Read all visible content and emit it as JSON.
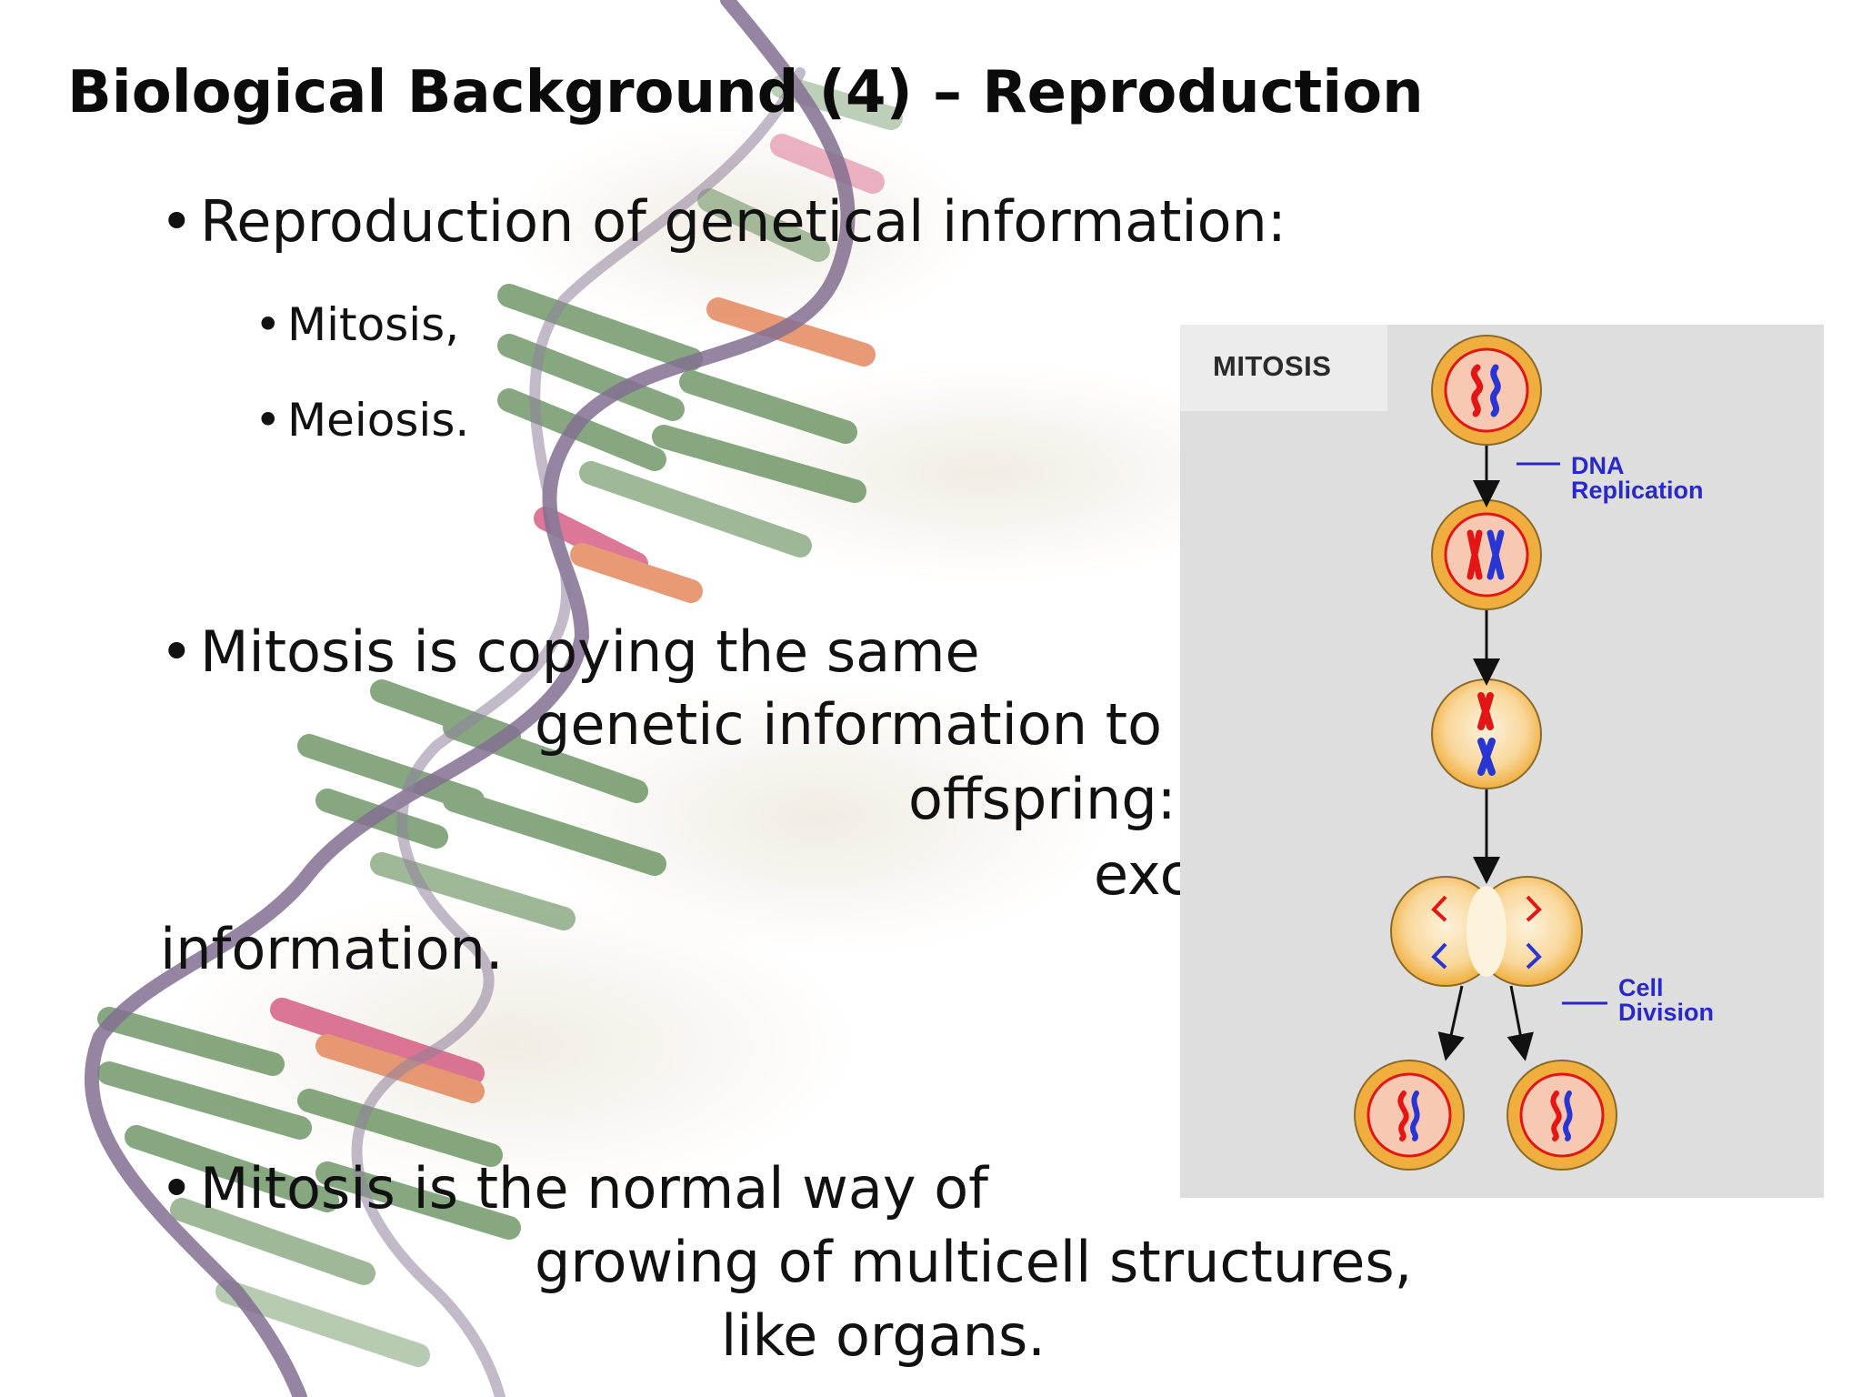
{
  "slide": {
    "title": "Biological Background (4) – Reproduction",
    "bullet_glyph": "•",
    "bullet1": "Reproduction of genetical information:",
    "sub1": "Mitosis,",
    "sub2": "Meiosis.",
    "bullet2_line1": "Mitosis is copying the same",
    "bullet2_line2": "genetic information to",
    "bullet2_line3": "offspring:",
    "bullet2_line4": "exc",
    "bullet2_line5": "information.",
    "bullet3_line1": "Mitosis is the normal way of",
    "bullet3_line2": "growing of multicell structures,",
    "bullet3_line3": "like organs."
  },
  "figure": {
    "label": "MITOSIS",
    "dna_replication": [
      "DNA",
      "Replication"
    ],
    "cell_division": [
      "Cell",
      "Division"
    ]
  },
  "colors": {
    "strand": "#5a3f6d",
    "rung_green": "#5e8a54",
    "rung_orange": "#e0794a",
    "rung_pink": "#d14a74",
    "cell_outer": "#f0ae3e",
    "cell_inner": "#f7c9b3",
    "chromosome_red": "#e31515",
    "chromosome_blue": "#2a36d4",
    "annotation_blue": "#2929c8"
  }
}
